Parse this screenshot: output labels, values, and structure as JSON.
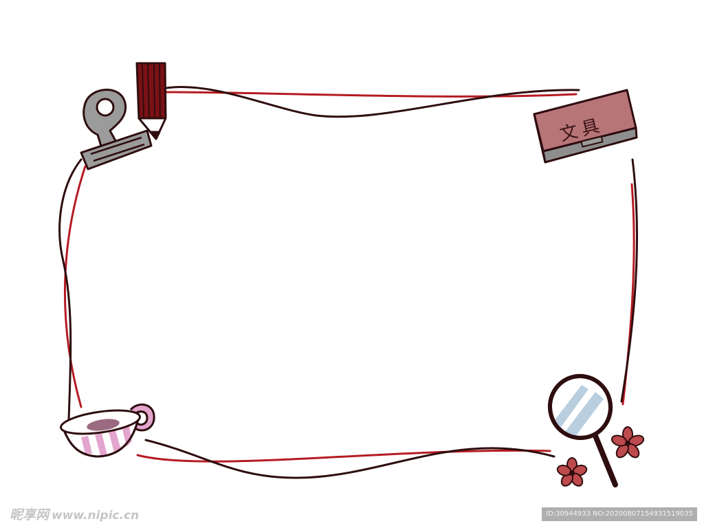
{
  "stationery_box": {
    "label": "文具"
  },
  "watermarks": {
    "site_name": "昵享网",
    "site_url": "www.nipic.cn",
    "image_info": "ID:30944933 NO:20200807154931519035"
  },
  "colors": {
    "line_dark": "#2e0d0f",
    "line_red": "#b51b22",
    "clip_gray": "#9b9b9b",
    "pencil_red": "#7b1116",
    "box_pink": "#b77578",
    "cup_pink": "#e3a5cd",
    "mirror_glass": "#b9cfdf",
    "flower_red": "#bd4a4d"
  },
  "icons": [
    "binder-clip-icon",
    "pencil-icon",
    "stationery-box-icon",
    "teacup-icon",
    "hand-mirror-icon",
    "flower-icon"
  ]
}
